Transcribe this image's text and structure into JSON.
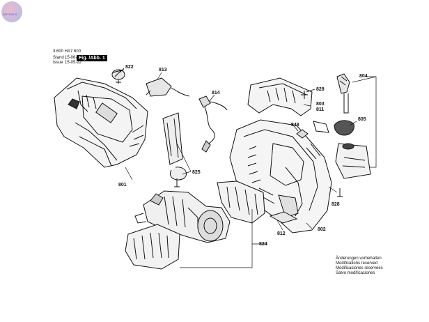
{
  "header": {
    "part_number": "3 600 HA7 600",
    "stand_label": "Stand",
    "stand_date": "15-06-20",
    "issue_label": "Issue",
    "issue_date": "15-05-22",
    "figure_tag": "Fig. /Abb. 1"
  },
  "watermark": {
    "text": "DIYTOOLS"
  },
  "callouts": {
    "c801": "801",
    "c802": "802",
    "c803": "803",
    "c804": "804",
    "c805": "805",
    "c811": "811",
    "c812": "812",
    "c813": "813",
    "c814": "814",
    "c822": "822",
    "c824": "824",
    "c825": "825",
    "c828a": "828",
    "c828b": "828",
    "c848": "848"
  },
  "notice": {
    "line1": "Änderungen vorbehalten",
    "line2": "Modifications reserved",
    "line3": "Modificaciones reservées",
    "line4": "Salvo modificaciones"
  }
}
